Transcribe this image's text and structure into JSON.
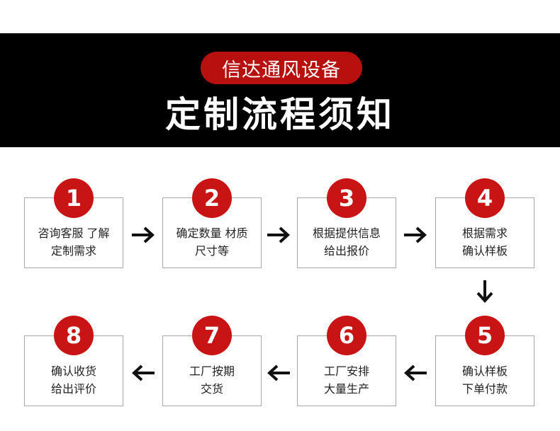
{
  "header": {
    "brand": "信达通风设备",
    "title": "定制流程须知"
  },
  "steps": [
    {
      "number": "1",
      "line1": "咨询客服 了解",
      "line2": "定制需求"
    },
    {
      "number": "2",
      "line1": "确定数量 材质",
      "line2": "尺寸等"
    },
    {
      "number": "3",
      "line1": "根据提供信息",
      "line2": "给出报价"
    },
    {
      "number": "4",
      "line1": "根据需求",
      "line2": "确认样板"
    },
    {
      "number": "5",
      "line1": "确认样板",
      "line2": "下单付款"
    },
    {
      "number": "6",
      "line1": "工厂安排",
      "line2": "大量生产"
    },
    {
      "number": "7",
      "line1": "工厂按期",
      "line2": "交货"
    },
    {
      "number": "8",
      "line1": "确认收货",
      "line2": "给出评价"
    }
  ],
  "icons": {
    "arrow": "arrow-icon"
  },
  "colors": {
    "banner": "#000000",
    "accent_red": "#c81414",
    "pill_red": "#b80f0f",
    "box_border": "#a8a8a8"
  }
}
